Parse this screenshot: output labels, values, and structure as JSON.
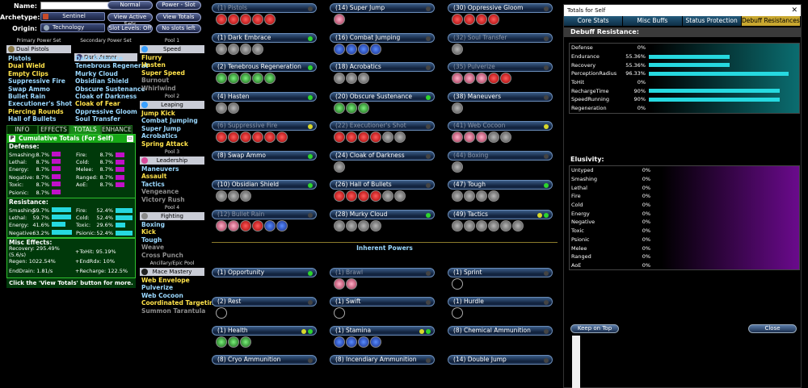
{
  "header": {
    "name_label": "Name:",
    "name_value": "",
    "archetype_label": "Archetype:",
    "archetype_value": "Sentinel",
    "origin_label": "Origin:",
    "origin_value": "Technology",
    "btn_normal": "Normal",
    "btn_power_slot": "Power - Slot",
    "btn_view_active_sets": "View Active Sets",
    "btn_view_totals": "View Totals",
    "btn_slot_levels": "Slot Levels: Off",
    "btn_no_slots_left": "No slots left"
  },
  "primary": {
    "title": "Primary Power Set",
    "set": "Dual Pistols",
    "powers": [
      {
        "name": "Pistols",
        "state": "cy"
      },
      {
        "name": "Dual Wield",
        "state": "ye"
      },
      {
        "name": "Empty Clips",
        "state": "ye"
      },
      {
        "name": "Suppressive Fire",
        "state": "cy"
      },
      {
        "name": "Swap Ammo",
        "state": "cy"
      },
      {
        "name": "Bullet Rain",
        "state": "cy"
      },
      {
        "name": "Executioner's Shot",
        "state": "cy"
      },
      {
        "name": "Piercing Rounds",
        "state": "ye"
      },
      {
        "name": "Hall of Bullets",
        "state": "cy"
      }
    ]
  },
  "secondary": {
    "title": "Secondary Power Set",
    "set": "Dark Armor",
    "powers": [
      {
        "name": "Dark Embrace",
        "state": "cy"
      },
      {
        "name": "Tenebrous Regenerat",
        "state": "cy"
      },
      {
        "name": "Murky Cloud",
        "state": "cy"
      },
      {
        "name": "Obsidian Shield",
        "state": "cy"
      },
      {
        "name": "Obscure Sustenance",
        "state": "cy"
      },
      {
        "name": "Cloak of Darkness",
        "state": "cy"
      },
      {
        "name": "Cloak of Fear",
        "state": "ye"
      },
      {
        "name": "Oppressive Gloom",
        "state": "cy"
      },
      {
        "name": "Soul Transfer",
        "state": "cy"
      }
    ]
  },
  "tabs": [
    "INFO",
    "EFFECTS",
    "TOTALS",
    "ENHANCE"
  ],
  "totals": {
    "title": "Cumulative Totals (For Self)",
    "defense_label": "Defense:",
    "defense": [
      {
        "name": "Smashing:",
        "value": "8.7%",
        "pct": 8.7,
        "name2": "Fire:",
        "value2": "8.7%",
        "pct2": 8.7
      },
      {
        "name": "Lethal:",
        "value": "8.7%",
        "pct": 8.7,
        "name2": "Cold:",
        "value2": "8.7%",
        "pct2": 8.7
      },
      {
        "name": "Energy:",
        "value": "8.7%",
        "pct": 8.7,
        "name2": "Melee:",
        "value2": "8.7%",
        "pct2": 8.7
      },
      {
        "name": "Negative:",
        "value": "8.7%",
        "pct": 8.7,
        "name2": "Ranged:",
        "value2": "8.7%",
        "pct2": 8.7
      },
      {
        "name": "Toxic:",
        "value": "8.7%",
        "pct": 8.7,
        "name2": "AoE:",
        "value2": "8.7%",
        "pct2": 8.7
      },
      {
        "name": "Psionic:",
        "value": "8.7%",
        "pct": 8.7,
        "name2": "",
        "value2": "",
        "pct2": 0
      }
    ],
    "resistance_label": "Resistance:",
    "resistance": [
      {
        "name": "Smashing:",
        "value": "59.7%",
        "pct": 59.7,
        "name2": "Fire:",
        "value2": "52.4%",
        "pct2": 52.4
      },
      {
        "name": "Lethal:",
        "value": "59.7%",
        "pct": 59.7,
        "name2": "Cold:",
        "value2": "52.4%",
        "pct2": 52.4
      },
      {
        "name": "Energy:",
        "value": "41.6%",
        "pct": 41.6,
        "name2": "Toxic:",
        "value2": "29.6%",
        "pct2": 29.6
      },
      {
        "name": "Negative:",
        "value": "63.2%",
        "pct": 63.2,
        "name2": "Psionic:",
        "value2": "52.4%",
        "pct2": 52.4
      }
    ],
    "misc_label": "Misc Effects:",
    "misc": [
      {
        "a": "Recovery: 295.49% (5.6/s)",
        "b": "+ToHit: 95.19%"
      },
      {
        "a": "Regen: 1022.54%",
        "b": "+EndRdx: 10%"
      },
      {
        "a": "EndDrain: 1.81/s",
        "b": "+Recharge: 122.5%"
      }
    ],
    "footer": "Click the 'View Totals' button for more."
  },
  "pools": [
    {
      "title": "Pool 1",
      "set": "Speed",
      "color": "#3aa0ff",
      "powers": [
        {
          "name": "Flurry",
          "state": "ye"
        },
        {
          "name": "Hasten",
          "state": "ye"
        },
        {
          "name": "Super Speed",
          "state": "ye"
        },
        {
          "name": "Burnout",
          "state": "gr"
        },
        {
          "name": "Whirlwind",
          "state": "gr"
        }
      ]
    },
    {
      "title": "Pool 2",
      "set": "Leaping",
      "color": "#3aa0ff",
      "powers": [
        {
          "name": "Jump Kick",
          "state": "ye"
        },
        {
          "name": "Combat Jumping",
          "state": "cy"
        },
        {
          "name": "Super Jump",
          "state": "cy"
        },
        {
          "name": "Acrobatics",
          "state": "cy"
        },
        {
          "name": "Spring Attack",
          "state": "ye"
        }
      ]
    },
    {
      "title": "Pool 3",
      "set": "Leadership",
      "color": "#d84a9a",
      "powers": [
        {
          "name": "Maneuvers",
          "state": "cy"
        },
        {
          "name": "Assault",
          "state": "ye"
        },
        {
          "name": "Tactics",
          "state": "cy"
        },
        {
          "name": "Vengeance",
          "state": "gr"
        },
        {
          "name": "Victory Rush",
          "state": "gr"
        }
      ]
    },
    {
      "title": "Pool 4",
      "set": "Fighting",
      "color": "#8a8a8a",
      "powers": [
        {
          "name": "Boxing",
          "state": "cy"
        },
        {
          "name": "Kick",
          "state": "ye"
        },
        {
          "name": "Tough",
          "state": "cy"
        },
        {
          "name": "Weave",
          "state": "gr"
        },
        {
          "name": "Cross Punch",
          "state": "gr"
        }
      ]
    },
    {
      "title": "Ancillary/Epic Pool",
      "set": "Mace Mastery",
      "color": "#222",
      "powers": [
        {
          "name": "Web Envelope",
          "state": "ye"
        },
        {
          "name": "Pulverize",
          "state": "cy"
        },
        {
          "name": "Web Cocoon",
          "state": "cy"
        },
        {
          "name": "Coordinated Targetin",
          "state": "ye"
        },
        {
          "name": "Summon Tarantula",
          "state": "gr"
        }
      ]
    }
  ],
  "slots": {
    "col1": [
      {
        "label": "(1) Pistols",
        "dim": true,
        "led": "",
        "enh": [
          "red",
          "red",
          "red",
          "red",
          "red"
        ]
      },
      {
        "label": "(1) Dark Embrace",
        "dim": false,
        "led": "g",
        "enh": [
          "gry",
          "gry",
          "gry",
          "gry"
        ]
      },
      {
        "label": "(2) Tenebrous Regeneration",
        "dim": false,
        "led": "g",
        "enh": [
          "grn",
          "grn",
          "grn",
          "grn",
          "grn"
        ]
      },
      {
        "label": "(4) Hasten",
        "dim": false,
        "led": "g",
        "enh": [
          "gry",
          "gry"
        ]
      },
      {
        "label": "(6) Suppressive Fire",
        "dim": true,
        "led": "y",
        "enh": [
          "red",
          "red",
          "red",
          "red",
          "red",
          "red"
        ]
      },
      {
        "label": "(8) Swap Ammo",
        "dim": false,
        "led": "g",
        "enh": []
      },
      {
        "label": "(10) Obsidian Shield",
        "dim": false,
        "led": "g",
        "enh": [
          "gry",
          "gry",
          "gry"
        ]
      },
      {
        "label": "(12) Bullet Rain",
        "dim": true,
        "led": "",
        "enh": [
          "pnk",
          "pnk",
          "red",
          "red",
          "blu",
          "blu"
        ]
      }
    ],
    "col2": [
      {
        "label": "(14) Super Jump",
        "dim": false,
        "led": "",
        "enh": [
          "pnk"
        ]
      },
      {
        "label": "(16) Combat Jumping",
        "dim": false,
        "led": "",
        "enh": [
          "blu",
          "blu",
          "blu",
          "blu"
        ]
      },
      {
        "label": "(18) Acrobatics",
        "dim": false,
        "led": "",
        "enh": [
          "gry",
          "gry",
          "gry"
        ]
      },
      {
        "label": "(20) Obscure Sustenance",
        "dim": false,
        "led": "g",
        "enh": [
          "grn",
          "grn",
          "grn"
        ]
      },
      {
        "label": "(22) Executioner's Shot",
        "dim": true,
        "led": "",
        "enh": [
          "red",
          "red",
          "red",
          "red",
          "gry",
          "gry"
        ]
      },
      {
        "label": "(24) Cloak of Darkness",
        "dim": false,
        "led": "",
        "enh": [
          "gry"
        ]
      },
      {
        "label": "(26) Hall of Bullets",
        "dim": false,
        "led": "",
        "enh": [
          "red",
          "red",
          "red",
          "red",
          "gry",
          "gry"
        ]
      },
      {
        "label": "(28) Murky Cloud",
        "dim": false,
        "led": "g",
        "enh": [
          "gry",
          "gry",
          "gry",
          "gry"
        ]
      }
    ],
    "col3": [
      {
        "label": "(30) Oppressive Gloom",
        "dim": false,
        "led": "",
        "enh": [
          "red",
          "red",
          "red",
          "red"
        ]
      },
      {
        "label": "(32) Soul Transfer",
        "dim": true,
        "led": "",
        "enh": [
          "gry"
        ]
      },
      {
        "label": "(35) Pulverize",
        "dim": true,
        "led": "",
        "enh": [
          "pnk",
          "pnk",
          "pnk",
          "red",
          "red"
        ]
      },
      {
        "label": "(38) Maneuvers",
        "dim": false,
        "led": "",
        "enh": [
          "gry"
        ]
      },
      {
        "label": "(41) Web Cocoon",
        "dim": true,
        "led": "y",
        "enh": [
          "pnk",
          "pnk",
          "pnk",
          "gry",
          "gry"
        ]
      },
      {
        "label": "(44) Boxing",
        "dim": true,
        "led": "",
        "enh": [
          "gry"
        ]
      },
      {
        "label": "(47) Tough",
        "dim": false,
        "led": "g",
        "enh": [
          "gry",
          "gry",
          "gry",
          "gry"
        ]
      },
      {
        "label": "(49) Tactics",
        "dim": false,
        "led": "yg",
        "enh": [
          "gry",
          "gry",
          "gry",
          "gry",
          "gry",
          "gry"
        ]
      }
    ],
    "inherent_title": "Inherent Powers",
    "inherent": [
      {
        "label": "(1) Opportunity",
        "dim": false,
        "led": "g",
        "enh": []
      },
      {
        "label": "(1) Brawl",
        "dim": true,
        "led": "",
        "enh": [
          "pnk",
          "pnk"
        ]
      },
      {
        "label": "(1) Sprint",
        "dim": false,
        "led": "",
        "enh": [
          "blk"
        ]
      },
      {
        "label": "(2) Rest",
        "dim": false,
        "led": "",
        "enh": [
          "blk"
        ]
      },
      {
        "label": "(1) Swift",
        "dim": false,
        "led": "",
        "enh": [
          "blk"
        ]
      },
      {
        "label": "(1) Hurdle",
        "dim": false,
        "led": "",
        "enh": [
          "blk"
        ]
      },
      {
        "label": "(1) Health",
        "dim": false,
        "led": "yg",
        "enh": [
          "grn",
          "grn",
          "grn"
        ]
      },
      {
        "label": "(1) Stamina",
        "dim": false,
        "led": "yg",
        "enh": [
          "blu",
          "blu",
          "blu",
          "blu"
        ]
      },
      {
        "label": "(8) Chemical Ammunition",
        "dim": false,
        "led": "",
        "enh": []
      },
      {
        "label": "(8) Cryo Ammunition",
        "dim": false,
        "led": "",
        "enh": []
      },
      {
        "label": "(8) Incendiary Ammunition",
        "dim": false,
        "led": "",
        "enh": []
      },
      {
        "label": "(14) Double Jump",
        "dim": false,
        "led": "",
        "enh": []
      }
    ]
  },
  "right_panel": {
    "window_title": "Totals for Self",
    "close_x": "✕",
    "tabs": [
      "Core Stats",
      "Misc Buffs",
      "Status Protection",
      "Debuff Resistances"
    ],
    "active_tab": 3,
    "debuff_title": "Debuff Resistance:",
    "debuff": [
      {
        "name": "Defense",
        "value": "0%",
        "pct": 0
      },
      {
        "name": "Endurance",
        "value": "55.36%",
        "pct": 55.36
      },
      {
        "name": "Recovery",
        "value": "55.36%",
        "pct": 55.36
      },
      {
        "name": "PerceptionRadius",
        "value": "96.33%",
        "pct": 96.33
      },
      {
        "name": "ToHit",
        "value": "0%",
        "pct": 0
      },
      {
        "name": "RechargeTime",
        "value": "90%",
        "pct": 90
      },
      {
        "name": "SpeedRunning",
        "value": "90%",
        "pct": 90
      },
      {
        "name": "Regeneration",
        "value": "0%",
        "pct": 0
      }
    ],
    "elusivity_title": "Elusivity:",
    "elusivity": [
      {
        "name": "Untyped",
        "value": "0%"
      },
      {
        "name": "Smashing",
        "value": "0%"
      },
      {
        "name": "Lethal",
        "value": "0%"
      },
      {
        "name": "Fire",
        "value": "0%"
      },
      {
        "name": "Cold",
        "value": "0%"
      },
      {
        "name": "Energy",
        "value": "0%"
      },
      {
        "name": "Negative",
        "value": "0%"
      },
      {
        "name": "Toxic",
        "value": "0%"
      },
      {
        "name": "Psionic",
        "value": "0%"
      },
      {
        "name": "Melee",
        "value": "0%"
      },
      {
        "name": "Ranged",
        "value": "0%"
      },
      {
        "name": "AoE",
        "value": "0%"
      }
    ],
    "keep_on_top": "Keep on Top",
    "close": "Close"
  },
  "colors": {
    "accent_yellow": "#ffe24a",
    "accent_cyan": "#9ad8ff",
    "bar_cyan": "#26d9e0",
    "bar_magenta": "#c010c8",
    "panel_green": "#00390a"
  }
}
